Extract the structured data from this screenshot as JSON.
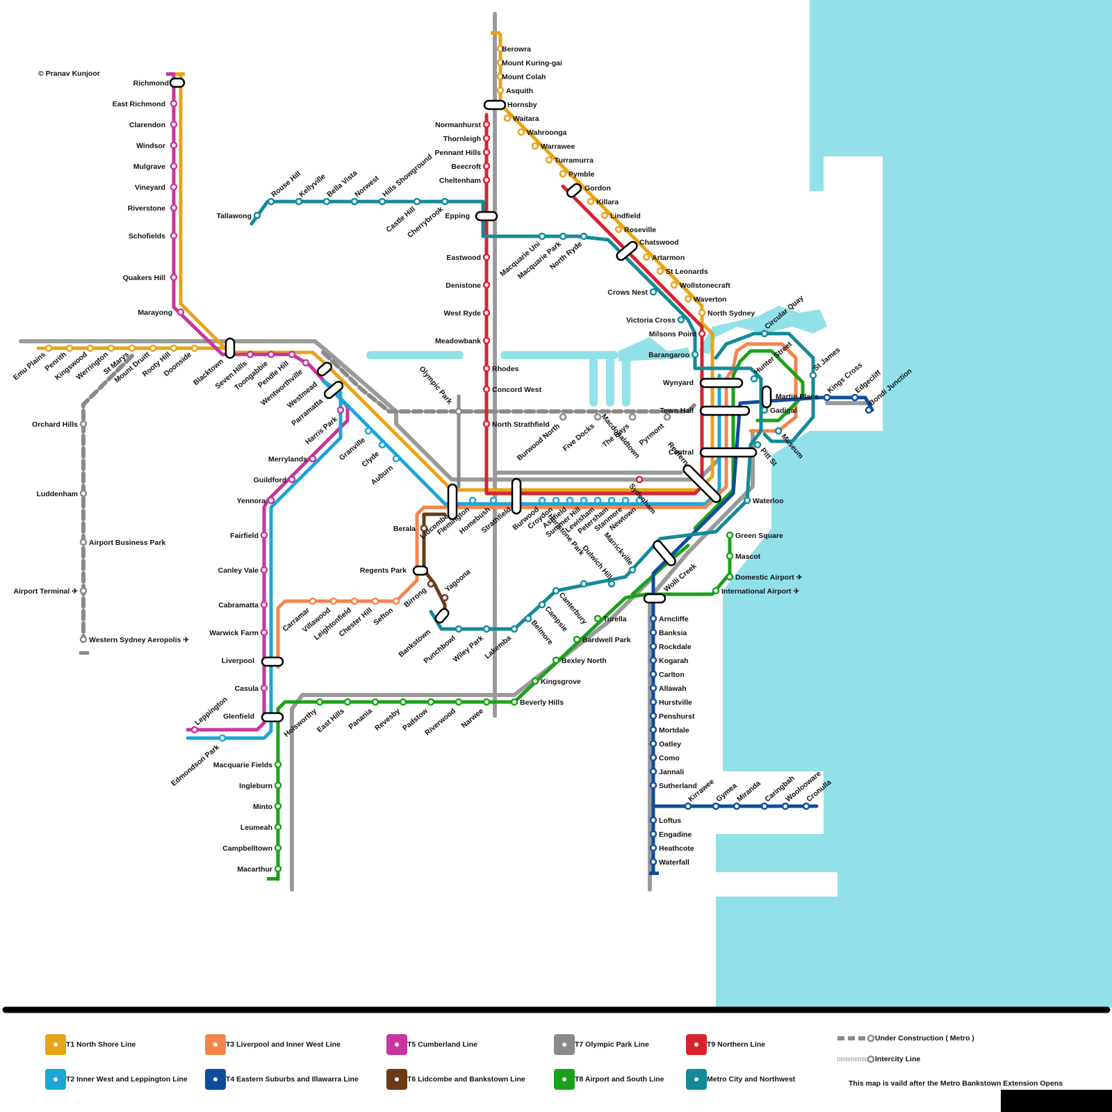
{
  "copyright": "© Pranav Kunjoor",
  "colors": {
    "T1": "#E8A317",
    "T2": "#1CA6D6",
    "T3": "#F4844C",
    "T4": "#0F4C9C",
    "T5": "#C7359D",
    "T6": "#6B3A17",
    "T7": "#8A8A8A",
    "T8": "#1AA11A",
    "T9": "#D8232F",
    "Metro": "#138A98",
    "Water": "#92E1E9"
  },
  "legend": [
    {
      "line": "T1",
      "label": "T1 North Shore Line"
    },
    {
      "line": "T3",
      "label": "T3 Liverpool and Inner West Line"
    },
    {
      "line": "T5",
      "label": "T5 Cumberland Line"
    },
    {
      "line": "T7",
      "label": "T7 Olympic Park Line"
    },
    {
      "line": "T9",
      "label": "T9 Northern Line"
    },
    {
      "line": "T2",
      "label": "T2 Inner West and Leppington Line"
    },
    {
      "line": "T4",
      "label": "T4 Eastern Suburbs and Illawarra Line"
    },
    {
      "line": "T6",
      "label": "T6 Lidcombe and Bankstown Line"
    },
    {
      "line": "T8",
      "label": "T8 Airport and South Line"
    },
    {
      "line": "Metro",
      "label": "Metro City and Northwest"
    }
  ],
  "legend_other": {
    "under_construction": "Under Construction ( Metro )",
    "intercity": "Intercity Line",
    "note": "This map is vaild after the Metro Bankstown Extension Opens"
  },
  "stations": [
    {
      "name": "Richmond",
      "rot": 0,
      "anchor": "end"
    },
    {
      "name": "East Richmond",
      "rot": 0,
      "anchor": "end"
    },
    {
      "name": "Clarendon",
      "rot": 0,
      "anchor": "end"
    },
    {
      "name": "Windsor",
      "rot": 0,
      "anchor": "end"
    },
    {
      "name": "Mulgrave",
      "rot": 0,
      "anchor": "end"
    },
    {
      "name": "Vineyard",
      "rot": 0,
      "anchor": "end"
    },
    {
      "name": "Riverstone",
      "rot": 0,
      "anchor": "end"
    },
    {
      "name": "Schofields",
      "rot": 0,
      "anchor": "end"
    },
    {
      "name": "Quakers Hill",
      "rot": 0,
      "anchor": "end"
    },
    {
      "name": "Marayong",
      "rot": 0,
      "anchor": "end"
    },
    {
      "name": "Emu Plains",
      "rot": -40,
      "anchor": "end"
    },
    {
      "name": "Penrith",
      "rot": -40,
      "anchor": "end"
    },
    {
      "name": "Kingswood",
      "rot": -40,
      "anchor": "end"
    },
    {
      "name": "Werrington",
      "rot": -40,
      "anchor": "end"
    },
    {
      "name": "St Marys",
      "rot": -40,
      "anchor": "end"
    },
    {
      "name": "Mount Druitt",
      "rot": -40,
      "anchor": "end"
    },
    {
      "name": "Rooty Hill",
      "rot": -40,
      "anchor": "end"
    },
    {
      "name": "Doonside",
      "rot": -40,
      "anchor": "end"
    },
    {
      "name": "Blacktown",
      "rot": -40,
      "anchor": "end"
    },
    {
      "name": "Seven Hills",
      "rot": -40,
      "anchor": "end"
    },
    {
      "name": "Toongabbie",
      "rot": -40,
      "anchor": "end"
    },
    {
      "name": "Pendle Hill",
      "rot": -40,
      "anchor": "end"
    },
    {
      "name": "Wentworthville",
      "rot": -40,
      "anchor": "end"
    },
    {
      "name": "Westmead",
      "rot": -40,
      "anchor": "end"
    },
    {
      "name": "Parramatta",
      "rot": -40,
      "anchor": "end"
    },
    {
      "name": "Harris Park",
      "rot": -40,
      "anchor": "end"
    },
    {
      "name": "Granville",
      "rot": -40,
      "anchor": "end"
    },
    {
      "name": "Clyde",
      "rot": -40,
      "anchor": "end"
    },
    {
      "name": "Auburn",
      "rot": -40,
      "anchor": "end"
    },
    {
      "name": "Orchard Hills",
      "rot": 0,
      "anchor": "end"
    },
    {
      "name": "Luddenham",
      "rot": 0,
      "anchor": "end"
    },
    {
      "name": "Airport Business Park",
      "rot": 0,
      "anchor": "start"
    },
    {
      "name": "Airport Terminal  ✈",
      "rot": 0,
      "anchor": "end"
    },
    {
      "name": "Western Sydney Aeropolis  ✈",
      "rot": 0,
      "anchor": "start"
    },
    {
      "name": "Tallawong",
      "rot": 0,
      "anchor": "end"
    },
    {
      "name": "Rouse Hill",
      "rot": -40,
      "anchor": "start"
    },
    {
      "name": "Kellyville",
      "rot": -40,
      "anchor": "start"
    },
    {
      "name": "Bella Vista",
      "rot": -40,
      "anchor": "start"
    },
    {
      "name": "Norwest",
      "rot": -40,
      "anchor": "start"
    },
    {
      "name": "Hills Showground",
      "rot": -40,
      "anchor": "start"
    },
    {
      "name": "Castle Hill",
      "rot": -40,
      "anchor": "end"
    },
    {
      "name": "Cherrybrook",
      "rot": -40,
      "anchor": "end"
    },
    {
      "name": "Epping",
      "rot": 0,
      "anchor": "end"
    },
    {
      "name": "Berowra",
      "rot": 0,
      "anchor": "start"
    },
    {
      "name": "Mount Kuring-gai",
      "rot": 0,
      "anchor": "start"
    },
    {
      "name": "Mount Colah",
      "rot": 0,
      "anchor": "start"
    },
    {
      "name": "Asquith",
      "rot": 0,
      "anchor": "start"
    },
    {
      "name": "Hornsby",
      "rot": 0,
      "anchor": "start"
    },
    {
      "name": "Waitara",
      "rot": 0,
      "anchor": "start"
    },
    {
      "name": "Wahroonga",
      "rot": 0,
      "anchor": "start"
    },
    {
      "name": "Warrawee",
      "rot": 0,
      "anchor": "start"
    },
    {
      "name": "Turramurra",
      "rot": 0,
      "anchor": "start"
    },
    {
      "name": "Pymble",
      "rot": 0,
      "anchor": "start"
    },
    {
      "name": "Gordon",
      "rot": 0,
      "anchor": "start"
    },
    {
      "name": "Killara",
      "rot": 0,
      "anchor": "start"
    },
    {
      "name": "Lindfield",
      "rot": 0,
      "anchor": "start"
    },
    {
      "name": "Roseville",
      "rot": 0,
      "anchor": "start"
    },
    {
      "name": "Chatswood",
      "rot": 0,
      "anchor": "start"
    },
    {
      "name": "Artarmon",
      "rot": 0,
      "anchor": "start"
    },
    {
      "name": "St Leonards",
      "rot": 0,
      "anchor": "start"
    },
    {
      "name": "Wollstonecraft",
      "rot": 0,
      "anchor": "start"
    },
    {
      "name": "Waverton",
      "rot": 0,
      "anchor": "start"
    },
    {
      "name": "North Sydney",
      "rot": 0,
      "anchor": "start"
    },
    {
      "name": "Normanhurst",
      "rot": 0,
      "anchor": "end"
    },
    {
      "name": "Thornleigh",
      "rot": 0,
      "anchor": "end"
    },
    {
      "name": "Pennant Hills",
      "rot": 0,
      "anchor": "end"
    },
    {
      "name": "Beecroft",
      "rot": 0,
      "anchor": "end"
    },
    {
      "name": "Cheltenham",
      "rot": 0,
      "anchor": "end"
    },
    {
      "name": "Eastwood",
      "rot": 0,
      "anchor": "end"
    },
    {
      "name": "Denistone",
      "rot": 0,
      "anchor": "end"
    },
    {
      "name": "West Ryde",
      "rot": 0,
      "anchor": "end"
    },
    {
      "name": "Meadowbank",
      "rot": 0,
      "anchor": "end"
    },
    {
      "name": "Rhodes",
      "rot": 0,
      "anchor": "start"
    },
    {
      "name": "Concord West",
      "rot": 0,
      "anchor": "start"
    },
    {
      "name": "North Strathfield",
      "rot": 0,
      "anchor": "start"
    },
    {
      "name": "Macquarie Uni",
      "rot": -40,
      "anchor": "end"
    },
    {
      "name": "Macquarie Park",
      "rot": -40,
      "anchor": "end"
    },
    {
      "name": "North Ryde",
      "rot": -40,
      "anchor": "end"
    },
    {
      "name": "Crows Nest",
      "rot": 0,
      "anchor": "end"
    },
    {
      "name": "Victoria Cross",
      "rot": 0,
      "anchor": "end"
    },
    {
      "name": "Milsons Point",
      "rot": 0,
      "anchor": "end"
    },
    {
      "name": "Barangaroo",
      "rot": 0,
      "anchor": "end"
    },
    {
      "name": "Olympic Park",
      "rot": 50,
      "anchor": "end"
    },
    {
      "name": "Burwood North",
      "rot": -40,
      "anchor": "end"
    },
    {
      "name": "Five Docks",
      "rot": -40,
      "anchor": "end"
    },
    {
      "name": "The Bays",
      "rot": -40,
      "anchor": "end"
    },
    {
      "name": "Pyrmont",
      "rot": -40,
      "anchor": "end"
    },
    {
      "name": "Wynyard",
      "rot": 0,
      "anchor": "end"
    },
    {
      "name": "Town Hall",
      "rot": 0,
      "anchor": "end"
    },
    {
      "name": "Central",
      "rot": 0,
      "anchor": "end"
    },
    {
      "name": "Circular Quay",
      "rot": -40,
      "anchor": "start"
    },
    {
      "name": "St James",
      "rot": -40,
      "anchor": "start"
    },
    {
      "name": "Hunter Street",
      "rot": -40,
      "anchor": "start"
    },
    {
      "name": "Martin Place",
      "rot": 0,
      "anchor": "start"
    },
    {
      "name": "Gadigal",
      "rot": 0,
      "anchor": "start"
    },
    {
      "name": "Museum",
      "rot": 50,
      "anchor": "start"
    },
    {
      "name": "Pitt St",
      "rot": 50,
      "anchor": "start"
    },
    {
      "name": "Kings Cross",
      "rot": -40,
      "anchor": "start"
    },
    {
      "name": "Edgecliff",
      "rot": -40,
      "anchor": "start"
    },
    {
      "name": "Bondi Junction",
      "rot": -40,
      "anchor": "start"
    },
    {
      "name": "Redfern",
      "rot": 50,
      "anchor": "end"
    },
    {
      "name": "Macdonaldtown",
      "rot": 50,
      "anchor": "end"
    },
    {
      "name": "Newtown",
      "rot": -40,
      "anchor": "end"
    },
    {
      "name": "Stanmore",
      "rot": -40,
      "anchor": "end"
    },
    {
      "name": "Petersham",
      "rot": -40,
      "anchor": "end"
    },
    {
      "name": "Lewisham",
      "rot": -40,
      "anchor": "end"
    },
    {
      "name": "Summer Hill",
      "rot": -40,
      "anchor": "end"
    },
    {
      "name": "Ashfield",
      "rot": -40,
      "anchor": "end"
    },
    {
      "name": "Croydon",
      "rot": -40,
      "anchor": "end"
    },
    {
      "name": "Burwood",
      "rot": -40,
      "anchor": "end"
    },
    {
      "name": "Strathfield",
      "rot": -40,
      "anchor": "end"
    },
    {
      "name": "Homebush",
      "rot": -40,
      "anchor": "end"
    },
    {
      "name": "Flemington",
      "rot": -40,
      "anchor": "end"
    },
    {
      "name": "Lidcombe",
      "rot": -40,
      "anchor": "end"
    },
    {
      "name": "Waterloo",
      "rot": 0,
      "anchor": "start"
    },
    {
      "name": "Sydenham",
      "rot": 50,
      "anchor": "end"
    },
    {
      "name": "Marrickville",
      "rot": 50,
      "anchor": "end"
    },
    {
      "name": "Dulwich Hill",
      "rot": 50,
      "anchor": "end"
    },
    {
      "name": "Hurlstone Park",
      "rot": 50,
      "anchor": "end"
    },
    {
      "name": "Canterbury",
      "rot": 50,
      "anchor": "start"
    },
    {
      "name": "Campsie",
      "rot": 50,
      "anchor": "start"
    },
    {
      "name": "Belmore",
      "rot": 50,
      "anchor": "start"
    },
    {
      "name": "Lakemba",
      "rot": -40,
      "anchor": "end"
    },
    {
      "name": "Wiley Park",
      "rot": -40,
      "anchor": "end"
    },
    {
      "name": "Punchbowl",
      "rot": -40,
      "anchor": "end"
    },
    {
      "name": "Bankstown",
      "rot": -40,
      "anchor": "end"
    },
    {
      "name": "Berala",
      "rot": 0,
      "anchor": "end"
    },
    {
      "name": "Regents Park",
      "rot": 0,
      "anchor": "end"
    },
    {
      "name": "Birrong",
      "rot": -40,
      "anchor": "end"
    },
    {
      "name": "Yagoona",
      "rot": -40,
      "anchor": "start"
    },
    {
      "name": "Merrylands",
      "rot": 0,
      "anchor": "end"
    },
    {
      "name": "Guildford",
      "rot": 0,
      "anchor": "end"
    },
    {
      "name": "Yennora",
      "rot": 0,
      "anchor": "end"
    },
    {
      "name": "Fairfield",
      "rot": 0,
      "anchor": "end"
    },
    {
      "name": "Canley Vale",
      "rot": 0,
      "anchor": "end"
    },
    {
      "name": "Cabramatta",
      "rot": 0,
      "anchor": "end"
    },
    {
      "name": "Warwick Farm",
      "rot": 0,
      "anchor": "end"
    },
    {
      "name": "Liverpool",
      "rot": 0,
      "anchor": "end"
    },
    {
      "name": "Casula",
      "rot": 0,
      "anchor": "end"
    },
    {
      "name": "Glenfield",
      "rot": 0,
      "anchor": "end"
    },
    {
      "name": "Leppington",
      "rot": -40,
      "anchor": "start"
    },
    {
      "name": "Edmondson Park",
      "rot": -40,
      "anchor": "end"
    },
    {
      "name": "Carramar",
      "rot": -40,
      "anchor": "end"
    },
    {
      "name": "Villawood",
      "rot": -40,
      "anchor": "end"
    },
    {
      "name": "Leightonfield",
      "rot": -40,
      "anchor": "end"
    },
    {
      "name": "Chester Hill",
      "rot": -40,
      "anchor": "end"
    },
    {
      "name": "Sefton",
      "rot": -40,
      "anchor": "end"
    },
    {
      "name": "Macquarie Fields",
      "rot": 0,
      "anchor": "end"
    },
    {
      "name": "Ingleburn",
      "rot": 0,
      "anchor": "end"
    },
    {
      "name": "Minto",
      "rot": 0,
      "anchor": "end"
    },
    {
      "name": "Leumeah",
      "rot": 0,
      "anchor": "end"
    },
    {
      "name": "Campbelltown",
      "rot": 0,
      "anchor": "end"
    },
    {
      "name": "Macarthur",
      "rot": 0,
      "anchor": "end"
    },
    {
      "name": "Holsworthy",
      "rot": -40,
      "anchor": "end"
    },
    {
      "name": "East Hills",
      "rot": -40,
      "anchor": "end"
    },
    {
      "name": "Panania",
      "rot": -40,
      "anchor": "end"
    },
    {
      "name": "Revesby",
      "rot": -40,
      "anchor": "end"
    },
    {
      "name": "Padstow",
      "rot": -40,
      "anchor": "end"
    },
    {
      "name": "Riverwood",
      "rot": -40,
      "anchor": "end"
    },
    {
      "name": "Narwee",
      "rot": -40,
      "anchor": "end"
    },
    {
      "name": "Beverly Hills",
      "rot": 0,
      "anchor": "start"
    },
    {
      "name": "Kingsgrove",
      "rot": 0,
      "anchor": "start"
    },
    {
      "name": "Bexley North",
      "rot": 0,
      "anchor": "start"
    },
    {
      "name": "Bardwell Park",
      "rot": 0,
      "anchor": "start"
    },
    {
      "name": "Turella",
      "rot": 0,
      "anchor": "start"
    },
    {
      "name": "Wolli Creek",
      "rot": -40,
      "anchor": "start"
    },
    {
      "name": "Green Square",
      "rot": 0,
      "anchor": "start"
    },
    {
      "name": "Mascot",
      "rot": 0,
      "anchor": "start"
    },
    {
      "name": "Domestic Airport ✈",
      "rot": 0,
      "anchor": "start"
    },
    {
      "name": "International Airport ✈",
      "rot": 0,
      "anchor": "start"
    },
    {
      "name": "Arncliffe",
      "rot": 0,
      "anchor": "start"
    },
    {
      "name": "Banksia",
      "rot": 0,
      "anchor": "start"
    },
    {
      "name": "Rockdale",
      "rot": 0,
      "anchor": "start"
    },
    {
      "name": "Kogarah",
      "rot": 0,
      "anchor": "start"
    },
    {
      "name": "Carlton",
      "rot": 0,
      "anchor": "start"
    },
    {
      "name": "Allawah",
      "rot": 0,
      "anchor": "start"
    },
    {
      "name": "Hurstville",
      "rot": 0,
      "anchor": "start"
    },
    {
      "name": "Penshurst",
      "rot": 0,
      "anchor": "start"
    },
    {
      "name": "Mortdale",
      "rot": 0,
      "anchor": "start"
    },
    {
      "name": "Oatley",
      "rot": 0,
      "anchor": "start"
    },
    {
      "name": "Como",
      "rot": 0,
      "anchor": "start"
    },
    {
      "name": "Jannali",
      "rot": 0,
      "anchor": "start"
    },
    {
      "name": "Sutherland",
      "rot": 0,
      "anchor": "start"
    },
    {
      "name": "Kirrawee",
      "rot": -40,
      "anchor": "start"
    },
    {
      "name": "Gymea",
      "rot": -40,
      "anchor": "start"
    },
    {
      "name": "Miranda",
      "rot": -40,
      "anchor": "start"
    },
    {
      "name": "Caringbah",
      "rot": -40,
      "anchor": "start"
    },
    {
      "name": "Woolooware",
      "rot": -40,
      "anchor": "start"
    },
    {
      "name": "Cronulla",
      "rot": -40,
      "anchor": "start"
    },
    {
      "name": "Loftus",
      "rot": 0,
      "anchor": "start"
    },
    {
      "name": "Engadine",
      "rot": 0,
      "anchor": "start"
    },
    {
      "name": "Heathcote",
      "rot": 0,
      "anchor": "start"
    },
    {
      "name": "Waterfall",
      "rot": 0,
      "anchor": "start"
    }
  ]
}
